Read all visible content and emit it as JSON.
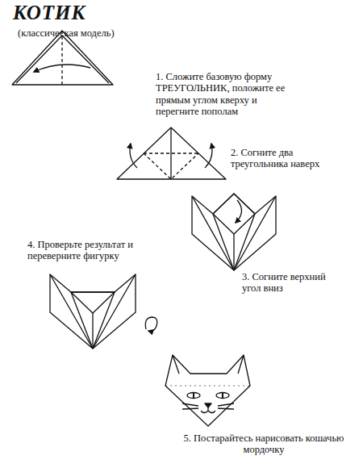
{
  "diagram": {
    "title": "КОТИК",
    "labels": [
      "(классическая модель)",
      "1. Сложите базовую форму ТРЕУГОЛЬНИК, положите ее прямым углом кверху и перегните пополам",
      "2. Согните два треугольника наверх",
      "4. Проверьте результат и переверните фигурку",
      "3. Согните верхний угол вниз",
      "5. Постарайтесь нарисовать кошачью мордочку"
    ]
  }
}
